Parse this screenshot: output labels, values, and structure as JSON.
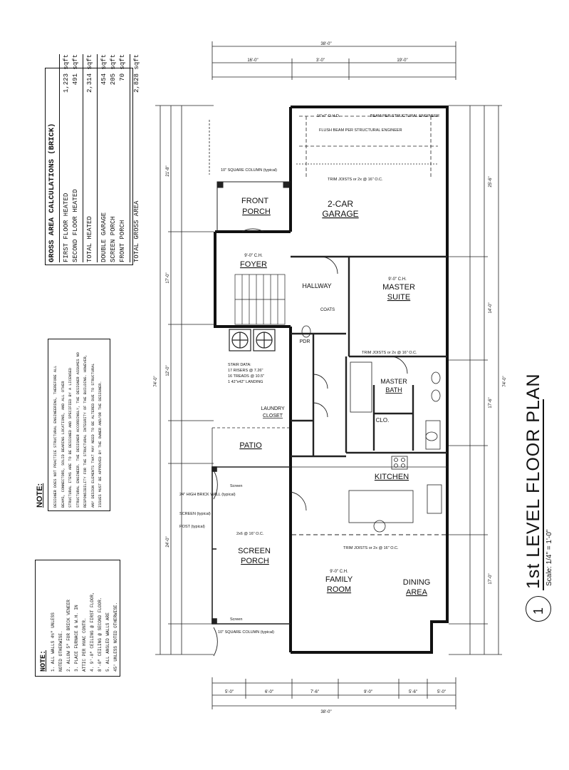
{
  "gross_area": {
    "title": "GROSS AREA CALCULATIONS (BRICK)",
    "rows": [
      {
        "label": "FIRST FLOOR HEATED",
        "value": "1,223 sqft"
      },
      {
        "label": "SECOND FLOOR HEATED",
        "value": "491 sqft"
      }
    ],
    "total_heated": {
      "label": "TOTAL HEATED",
      "value": "2,314 sqft"
    },
    "other_rows": [
      {
        "label": "DOUBLE GARAGE",
        "value": "454 sqft"
      },
      {
        "label": "SCREEN PORCH",
        "value": "205 sqft"
      },
      {
        "label": "FRONT PORCH",
        "value": "70 sqft"
      }
    ],
    "total_gross": {
      "label": "TOTAL GROSS AREA",
      "value": "2,828 sqft"
    }
  },
  "note_disclaimer": {
    "title": "NOTE:",
    "lines": [
      "DESIGNER DOES NOT PRACTICE STRUCTURAL ENGINEERING, THEREFORE ALL",
      "BEAMS, CONNECTORS, SOLID BEARING LOCATIONS, AND ALL OTHER",
      "STRUCTURAL ITEMS ARE TO BE DESIGNED AND SPECIFIED BY A LICENSED",
      "STRUCTURAL ENGINEER. THE DESIGNER ACCORDINGLY, THE DESIGNER ASSUMES NO",
      "RESPONSIBILITY FOR THE STRUCTURAL INTEGRITY OF THE BUILDING. HOWEVER,",
      "ANY DESIGN ELEMENTS THAT MAY NEED TO BE ALTERED DUE TO STRUCTURAL",
      "ISSUES MUST BE APPROVED BY THE OWNER AND/OR THE DESIGNER."
    ]
  },
  "note_general": {
    "title": "NOTE:",
    "lines": [
      "1. ALL WALLS 4½\" UNLESS",
      "   NOTED OTHERWISE.",
      "2. ALLOW 5\" FOR BRICK VENEER",
      "3. PLACE FURNACE & W.H. IN",
      "   ATTIC PER HVAC CONTR.",
      "4. 9'-0\" CEILING @ FIRST FLOOR,",
      "   8'-0\" CEILING @ SECOND FLOOR.",
      "5. ALL ANGLED WALLS ARE",
      "   45° UNLESS NOTED OTHERWISE."
    ]
  },
  "plan_title": {
    "number": "1",
    "title": "1st LEVEL FLOOR PLAN",
    "scale": "Scale: 1/4\" = 1'-0\""
  },
  "rooms": {
    "front_porch": [
      "FRONT",
      "PORCH"
    ],
    "garage": [
      "2-CAR",
      "GARAGE"
    ],
    "foyer": {
      "height": "9'-0\" C.H.",
      "name": "FOYER"
    },
    "hallway": "HALLWAY",
    "master_suite": {
      "height": "9'-0\" C.H.",
      "name": "MASTER",
      "name2": "SUITE"
    },
    "master_bath": [
      "MASTER",
      "BATH"
    ],
    "clo": "CLO.",
    "laundry": [
      "LAUNDRY",
      "CLOSET"
    ],
    "patio": "PATIO",
    "kitchen": "KITCHEN",
    "screen_porch": [
      "SCREEN",
      "PORCH"
    ],
    "family_room": {
      "height": "9'-0\" C.H.",
      "name": "FAMILY",
      "name2": "ROOM"
    },
    "dining": [
      "DINING",
      "AREA"
    ],
    "pdr": "PDR",
    "coats": "COATS"
  },
  "annotations": {
    "garage_door": "16'x7' O.H.D.",
    "beam1": "BEAM PER STRUCTURAL ENGINEER",
    "beam2": "FLUSH BEAM PER STRUCTURAL ENGINEER",
    "trim_garage": "TRIM JOISTS or 2x @ 16\" O.C.",
    "trim_master": "TRIM JOISTS or 2x @ 16\" O.C.",
    "trim_family": "TRIM JOISTS or 2x @ 16\" O.C.",
    "trim_porch": "2x6 @ 16\" O.C.",
    "column_top": "10\" SQUARE COLUMN (typical)",
    "column_bottom": "10\" SQUARE COLUMN (typical)",
    "stair_data": [
      "STAIR DATA:",
      "17 RISERS @ 7.26\"",
      "16 TREADS @ 10.5\"",
      "1 42\"x42\" LANDING"
    ],
    "brick_wall": "24\" HIGH BRICK WALL (typical)",
    "screen_note": "SCREEN (typical)",
    "post_note": "POST (typical)",
    "screen_door": "Screen"
  },
  "dimensions": {
    "overall_width": "38'-0\"",
    "overall_length": "74'-0\"",
    "top_segments": [
      "16'-0\"",
      "3'-0\"",
      "19'-0\""
    ],
    "bottom_segments": [
      "5'-0\"",
      "6'-0\"",
      "7'-6\"",
      "9'-0\"",
      "5'-6\"",
      "5'-0\""
    ],
    "left_segments": [
      "21'-8\"",
      "17'-0\"",
      "12'-0\"",
      "24'-0\""
    ],
    "right_segments": [
      "25'-6\"",
      "14'-0\"",
      "17'-6\"",
      "17'-0\""
    ]
  }
}
